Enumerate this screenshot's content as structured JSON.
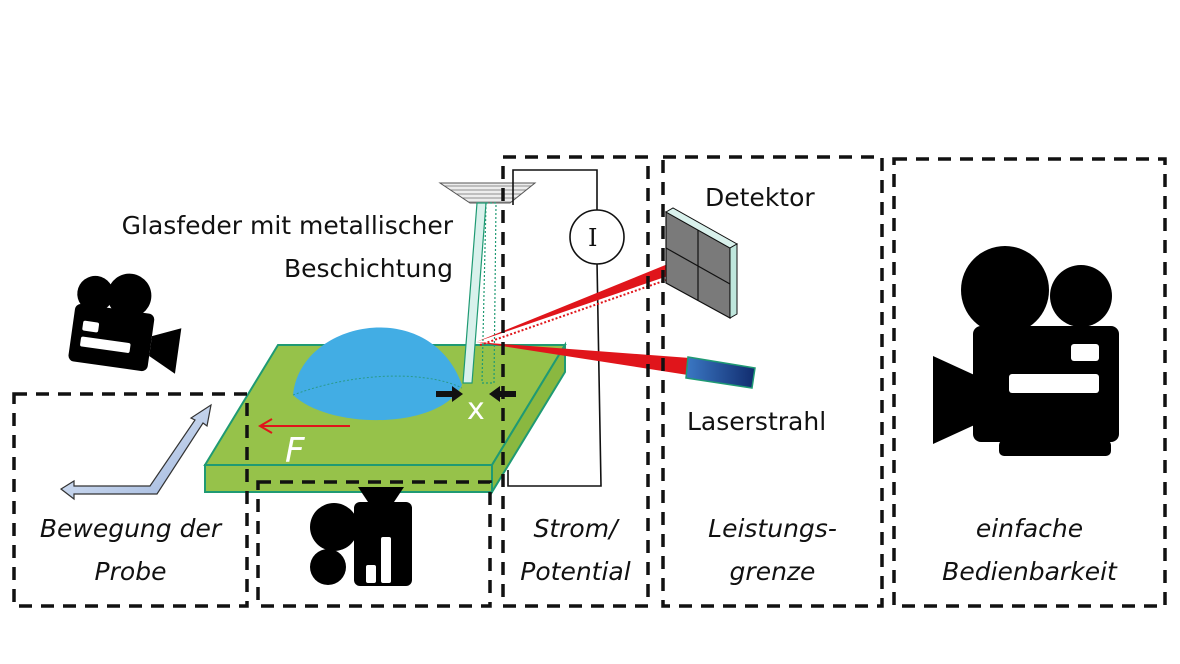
{
  "labels": {
    "spring": [
      "Glasfeder mit metallischer",
      "Beschichtung"
    ],
    "detector": "Detektor",
    "laser": "Laserstrahl",
    "force": "F",
    "displacement": "x",
    "ammeter": "I"
  },
  "boxes": [
    {
      "id": "sample-motion",
      "text": [
        "Bewegung der",
        "Probe"
      ]
    },
    {
      "id": "observation",
      "text": []
    },
    {
      "id": "current-potential",
      "text": [
        "Strom/",
        "Potential"
      ]
    },
    {
      "id": "performance-limit",
      "text": [
        "Leistungs-",
        "grenze"
      ]
    },
    {
      "id": "ease-of-use",
      "text": [
        "einfache",
        "Bedienbarkeit"
      ]
    }
  ],
  "icons": {
    "camera_small": "video-camera-icon",
    "camera_bottom": "video-camera-icon",
    "camera_large": "video-camera-icon",
    "motion_arrows": "xy-motion-arrow-icon"
  },
  "colors": {
    "substrate": "#96c24a",
    "substrate_edge": "#1f9a73",
    "droplet": "#42ade4",
    "laser": "#e0151b",
    "force_arrow": "#e0151b",
    "laser_source": "#1e4fa0",
    "detector": "#7a7a7a",
    "dash": "#111111"
  }
}
